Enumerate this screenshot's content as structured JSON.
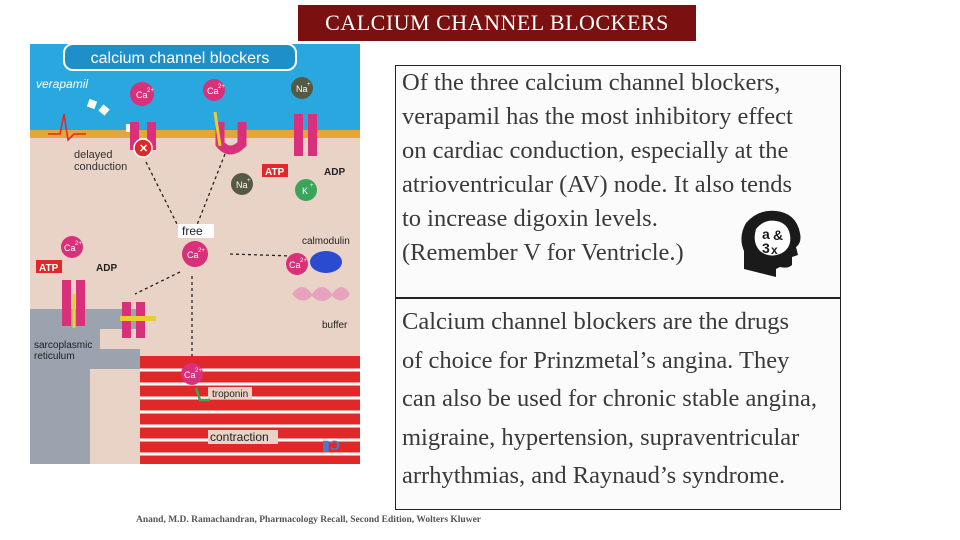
{
  "slide": {
    "title": "CALCIUM CHANNEL BLOCKERS",
    "citation": "Anand, M.D. Ramachandran, Pharmacology Recall, Second Edition, Wolters Kluwer"
  },
  "diagram": {
    "header": "calcium channel blockers",
    "drug": "verapamil",
    "ca": "Ca",
    "sup_2plus": "2+",
    "na": "Na",
    "k": "K",
    "sup_plus": "+",
    "delayed": "delayed",
    "conduction": "conduction",
    "atp": "ATP",
    "adp": "ADP",
    "free": "free",
    "calmodulin": "calmodulin",
    "buffer": "buffer",
    "sarcoplasmic": "sarcoplasmic",
    "reticulum": "reticulum",
    "troponin": "troponin",
    "contraction": "contraction",
    "colors": {
      "header_bg": "#29a8e0",
      "membrane": "#e4a53a",
      "cytoplasm": "#e8d3c6",
      "sarcomere": "#e02828",
      "channel": "#d8307a",
      "sr_gray": "#9aa3ae"
    }
  },
  "panels": {
    "top_lines": [
      "Of the three calcium channel blockers,",
      "verapamil has the most inhibitory effect",
      "on cardiac conduction, especially at the",
      "atrioventricular (AV) node. It also tends",
      "to increase digoxin levels.",
      "(Remember V for Ventricle.)"
    ],
    "bottom_lines": [
      "Calcium channel blockers are the drugs",
      "of choice for Prinzmetal’s angina. They",
      "can also be used for chronic stable angina,",
      "migraine, hypertension, supraventricular",
      "arrhythmias, and Raynaud’s syndrome."
    ],
    "icon_text": {
      "a": "a",
      "amp": "&",
      "three": "3",
      "x": "x"
    }
  }
}
